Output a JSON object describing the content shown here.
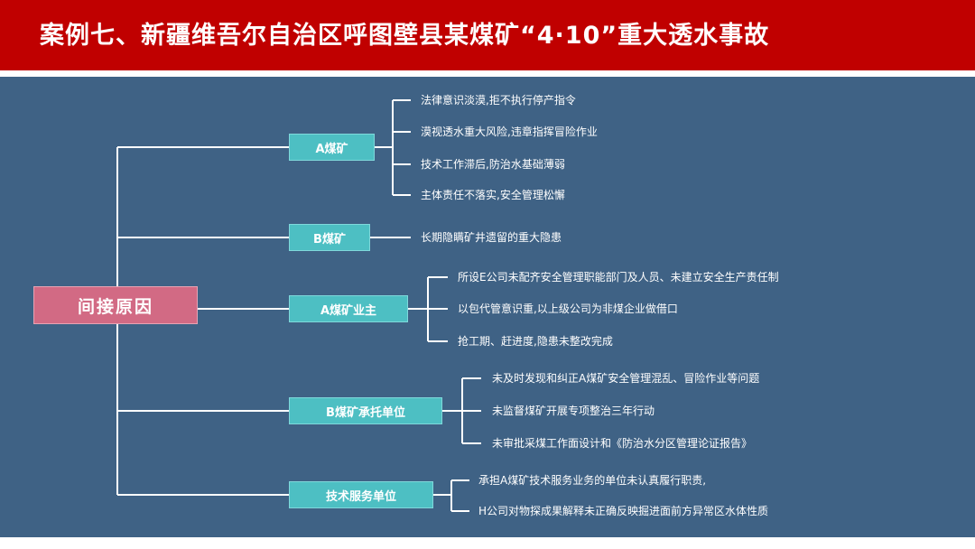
{
  "header": {
    "title": "案例七、新疆维吾尔自治区呼图壁县某煤矿“4·10”重大透水事故"
  },
  "diagram": {
    "root": "间接原因",
    "branches": [
      {
        "label": "A煤矿",
        "items": [
          "法律意识淡漠,拒不执行停产指令",
          "漠视透水重大风险,违章指挥冒险作业",
          "技术工作滞后,防治水基础薄弱",
          "主体责任不落实,安全管理松懈"
        ]
      },
      {
        "label": "B煤矿",
        "items": [
          "长期隐瞒矿井遗留的重大隐患"
        ]
      },
      {
        "label": "A煤矿业主",
        "items": [
          "所设E公司未配齐安全管理职能部门及人员、未建立安全生产责任制",
          "以包代管意识重,以上级公司为非煤企业做借口",
          "抢工期、赶进度,隐患未整改完成"
        ]
      },
      {
        "label": "B煤矿承托单位",
        "items": [
          "未及时发现和纠正A煤矿安全管理混乱、冒险作业等问题",
          "未监督煤矿开展专项整治三年行动",
          "未审批采煤工作面设计和《防治水分区管理论证报告》"
        ]
      },
      {
        "label": "技术服务单位",
        "items": [
          "承担A煤矿技术服务业务的单位未认真履行职责,",
          "H公司对物探成果解释未正确反映掘进面前方异常区水体性质"
        ]
      }
    ]
  },
  "colors": {
    "header_bg": "#c00000",
    "canvas_bg": "#3f6285",
    "root_box": "#d26a84",
    "branch_box": "#4dbfc3",
    "line": "#ffffff"
  }
}
